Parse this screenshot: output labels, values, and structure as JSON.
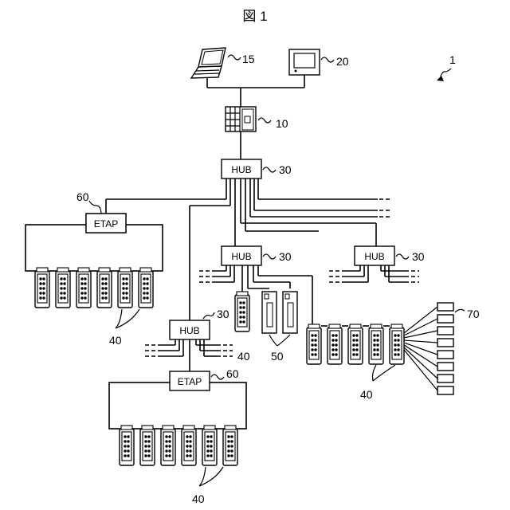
{
  "figure": {
    "title": "図 1",
    "labels": {
      "system": "1",
      "laptop": "15",
      "monitor": "20",
      "controller": "10",
      "hub_main": "30",
      "hub_mid": "30",
      "hub_right": "30",
      "hub_lower": "30",
      "etap_upper": "60",
      "etap_lower": "60",
      "io_upper": "40",
      "io_single": "40",
      "io_right": "40",
      "io_lower": "40",
      "modules": "50",
      "devices": "70"
    },
    "hub_text": "HUB",
    "etap_text": "ETAP"
  }
}
